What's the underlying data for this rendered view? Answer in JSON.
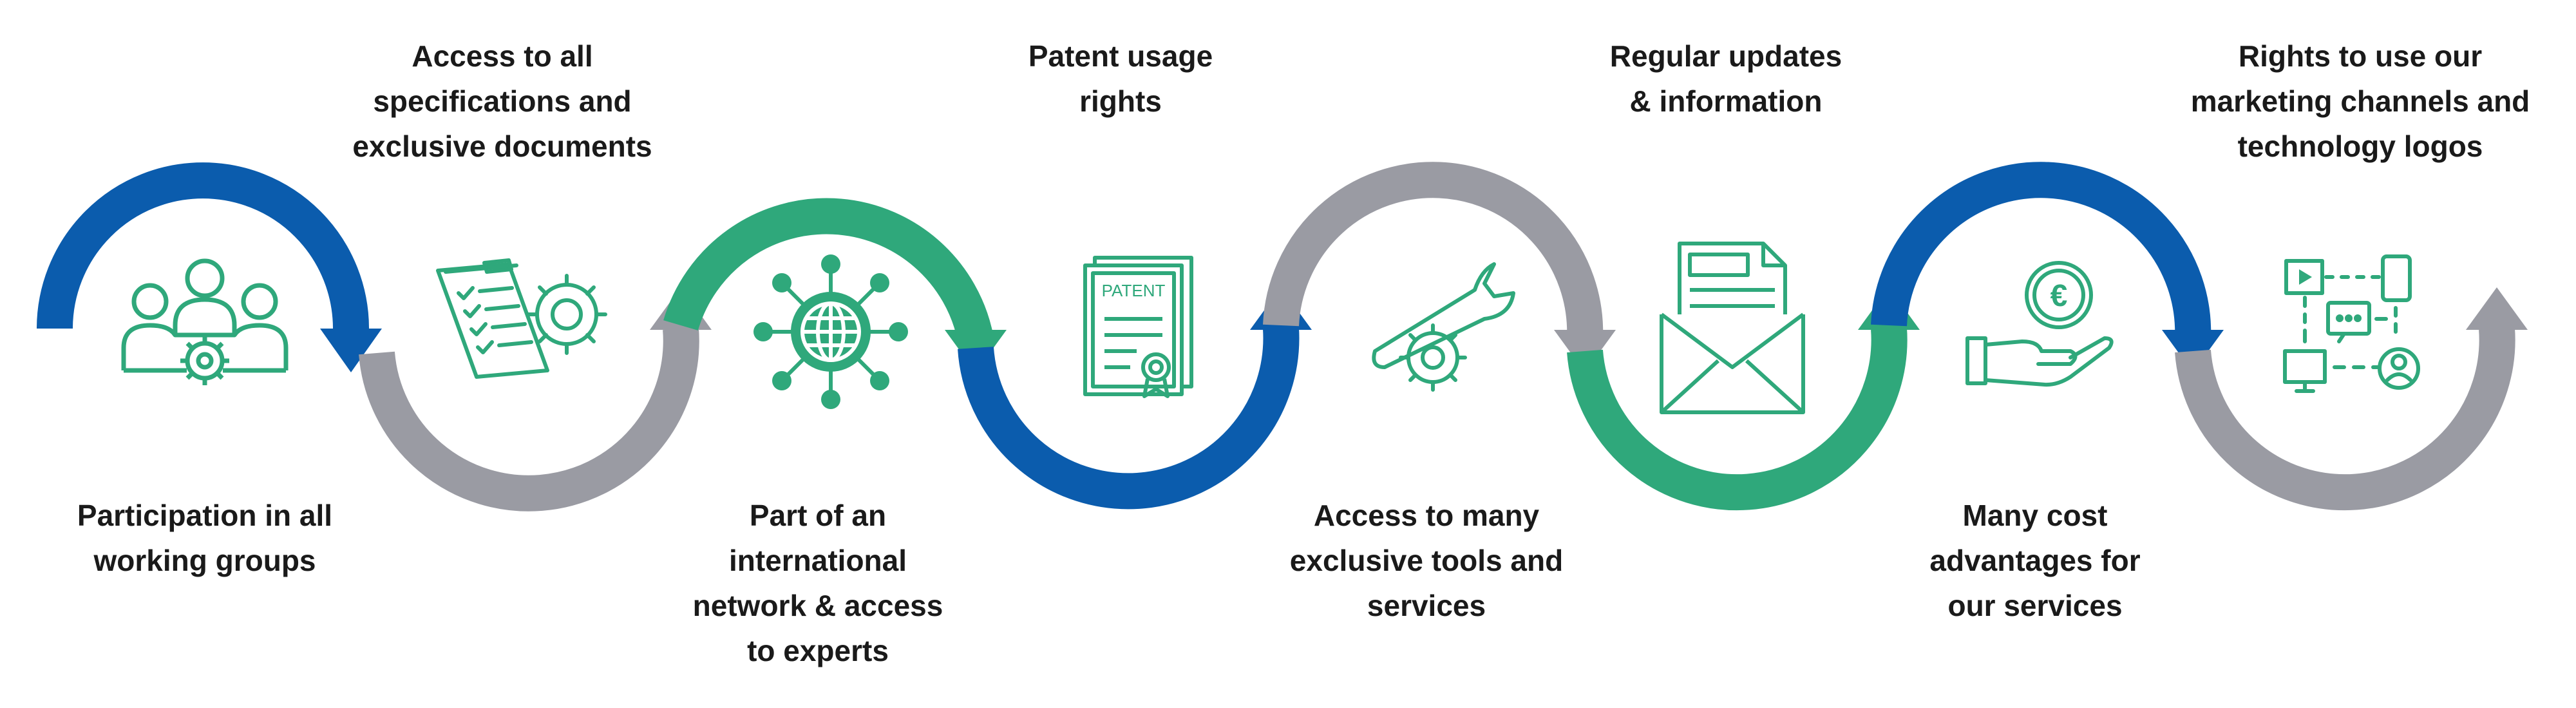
{
  "colors": {
    "blue": "#0b5cad",
    "gray": "#9a9ba3",
    "green": "#2fa87b",
    "icon": "#2fa87b",
    "text": "#1a1a1a"
  },
  "benefits": [
    {
      "label": "Participation in all\nworking groups",
      "icon": "team-gear-icon",
      "position": "bottom"
    },
    {
      "label": "Access to all\nspecifications and\nexclusive documents",
      "icon": "checklist-gear-icon",
      "position": "top"
    },
    {
      "label": "Part of an\ninternational\nnetwork & access\nto experts",
      "icon": "globe-network-icon",
      "position": "bottom"
    },
    {
      "label": "Patent usage\nrights",
      "icon": "patent-certificate-icon",
      "position": "top",
      "icon_text": "PATENT"
    },
    {
      "label": "Access to many\nexclusive tools and\nservices",
      "icon": "wrench-gear-icon",
      "position": "bottom"
    },
    {
      "label": "Regular updates\n& information",
      "icon": "envelope-document-icon",
      "position": "top"
    },
    {
      "label": "Many cost\nadvantages for\nour services",
      "icon": "euro-hand-icon",
      "position": "bottom",
      "icon_text": "€"
    },
    {
      "label": "Rights to use our\nmarketing channels and\ntechnology logos",
      "icon": "marketing-channels-icon",
      "position": "top"
    }
  ]
}
